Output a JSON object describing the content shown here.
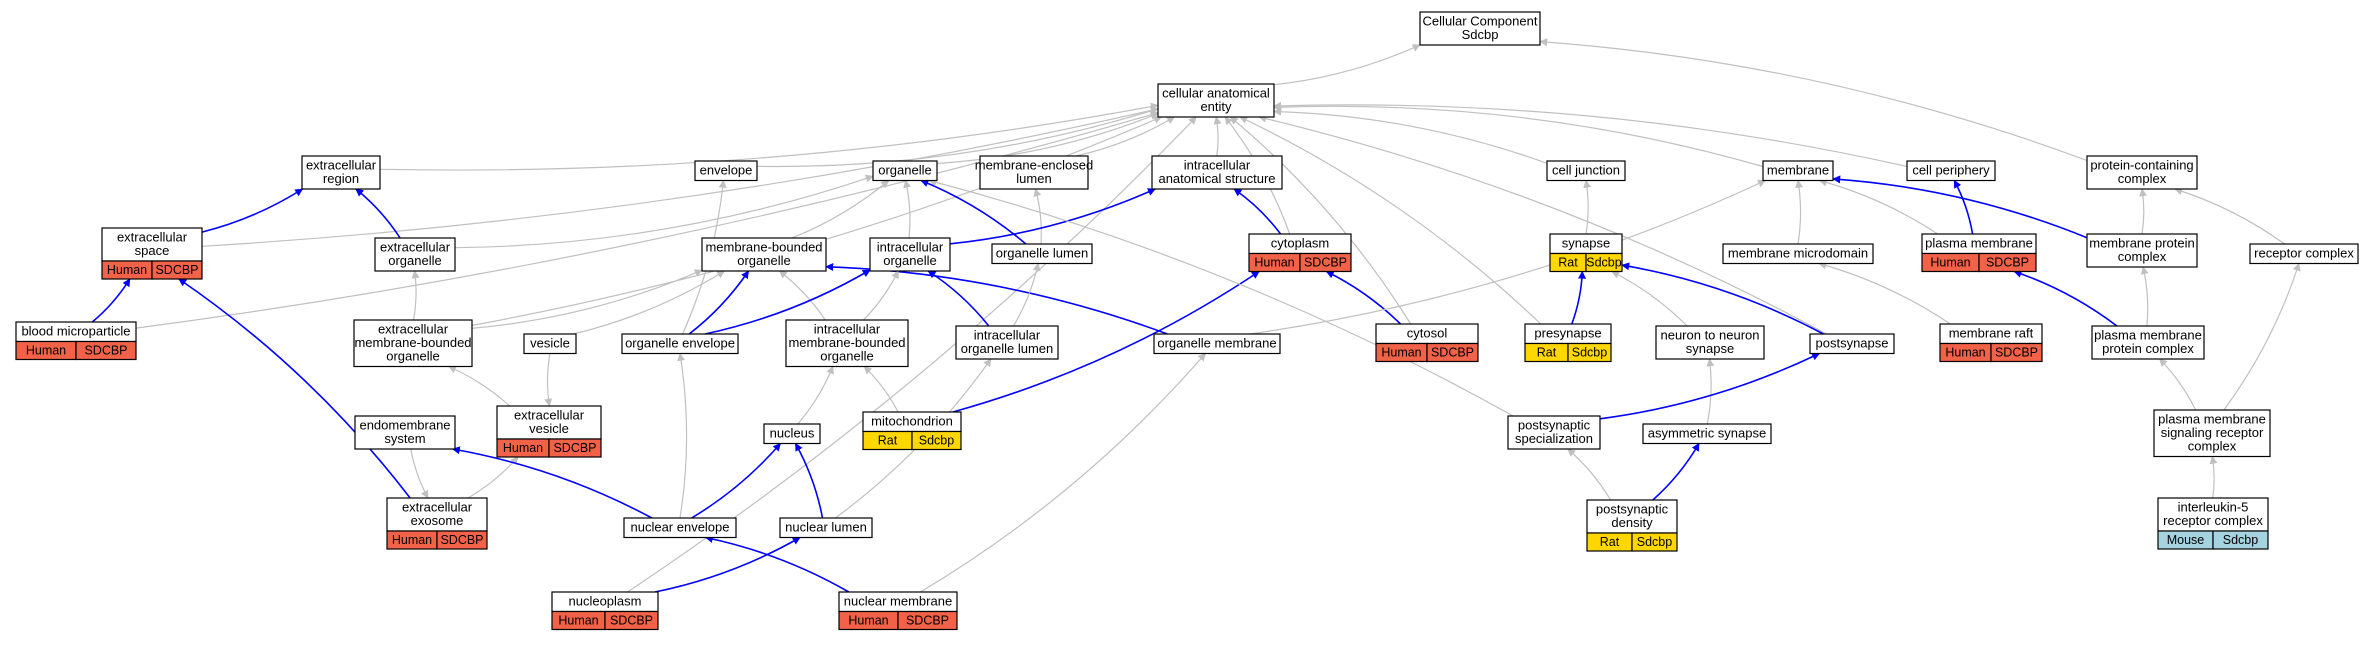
{
  "colors": {
    "human": "#f26249",
    "rat": "#ffd700",
    "mouse": "#a6d3e0",
    "direct_edge": "#0000ff",
    "indirect_edge": "#c0c0c0",
    "node_border": "#000000"
  },
  "nodes": [
    {
      "id": "cc",
      "lines": [
        "Cellular Component",
        "Sdcbp"
      ]
    },
    {
      "id": "cae",
      "lines": [
        "cellular anatomical",
        "entity"
      ]
    },
    {
      "id": "exreg",
      "lines": [
        "extracellular",
        "region"
      ]
    },
    {
      "id": "env",
      "lines": [
        "envelope"
      ]
    },
    {
      "id": "organelle",
      "lines": [
        "organelle"
      ]
    },
    {
      "id": "mel",
      "lines": [
        "membrane-enclosed",
        "lumen"
      ]
    },
    {
      "id": "ias",
      "lines": [
        "intracellular",
        "anatomical structure"
      ]
    },
    {
      "id": "celljunction",
      "lines": [
        "cell junction"
      ]
    },
    {
      "id": "membrane",
      "lines": [
        "membrane"
      ]
    },
    {
      "id": "cellperiphery",
      "lines": [
        "cell periphery"
      ]
    },
    {
      "id": "pcc",
      "lines": [
        "protein-containing",
        "complex"
      ]
    },
    {
      "id": "exspace",
      "lines": [
        "extracellular",
        "space"
      ],
      "tags": [
        {
          "species": "Human",
          "gene": "SDCBP"
        }
      ]
    },
    {
      "id": "exorg",
      "lines": [
        "extracellular",
        "organelle"
      ]
    },
    {
      "id": "mbo",
      "lines": [
        "membrane-bounded",
        "organelle"
      ]
    },
    {
      "id": "intorg",
      "lines": [
        "intracellular",
        "organelle"
      ]
    },
    {
      "id": "orglumen",
      "lines": [
        "organelle lumen"
      ]
    },
    {
      "id": "cytoplasm",
      "lines": [
        "cytoplasm"
      ],
      "tags": [
        {
          "species": "Human",
          "gene": "SDCBP"
        }
      ]
    },
    {
      "id": "synapse",
      "lines": [
        "synapse"
      ],
      "tags": [
        {
          "species": "Rat",
          "gene": "Sdcbp"
        }
      ]
    },
    {
      "id": "memmicro",
      "lines": [
        "membrane microdomain"
      ]
    },
    {
      "id": "plasmamem",
      "lines": [
        "plasma membrane"
      ],
      "tags": [
        {
          "species": "Human",
          "gene": "SDCBP"
        }
      ]
    },
    {
      "id": "mpc",
      "lines": [
        "membrane protein",
        "complex"
      ]
    },
    {
      "id": "receptor",
      "lines": [
        "receptor complex"
      ]
    },
    {
      "id": "bmp",
      "lines": [
        "blood microparticle"
      ],
      "tags": [
        {
          "species": "Human",
          "gene": "SDCBP"
        }
      ]
    },
    {
      "id": "exmbo",
      "lines": [
        "extracellular",
        "membrane-bounded",
        "organelle"
      ]
    },
    {
      "id": "vesicle",
      "lines": [
        "vesicle"
      ]
    },
    {
      "id": "orgenv",
      "lines": [
        "organelle envelope"
      ]
    },
    {
      "id": "intmbo",
      "lines": [
        "intracellular",
        "membrane-bounded",
        "organelle"
      ]
    },
    {
      "id": "intorglumen",
      "lines": [
        "intracellular",
        "organelle lumen"
      ]
    },
    {
      "id": "orgmem",
      "lines": [
        "organelle membrane"
      ]
    },
    {
      "id": "cytosol",
      "lines": [
        "cytosol"
      ],
      "tags": [
        {
          "species": "Human",
          "gene": "SDCBP"
        }
      ]
    },
    {
      "id": "presynapse",
      "lines": [
        "presynapse"
      ],
      "tags": [
        {
          "species": "Rat",
          "gene": "Sdcbp"
        }
      ]
    },
    {
      "id": "n2n",
      "lines": [
        "neuron to neuron",
        "synapse"
      ]
    },
    {
      "id": "postsynapse",
      "lines": [
        "postsynapse"
      ]
    },
    {
      "id": "memraft",
      "lines": [
        "membrane raft"
      ],
      "tags": [
        {
          "species": "Human",
          "gene": "SDCBP"
        }
      ]
    },
    {
      "id": "pmpc",
      "lines": [
        "plasma membrane",
        "protein complex"
      ]
    },
    {
      "id": "endo",
      "lines": [
        "endomembrane",
        "system"
      ]
    },
    {
      "id": "exves",
      "lines": [
        "extracellular",
        "vesicle"
      ],
      "tags": [
        {
          "species": "Human",
          "gene": "SDCBP"
        }
      ]
    },
    {
      "id": "mito",
      "lines": [
        "mitochondrion"
      ],
      "tags": [
        {
          "species": "Rat",
          "gene": "Sdcbp"
        }
      ]
    },
    {
      "id": "nucleus",
      "lines": [
        "nucleus"
      ]
    },
    {
      "id": "psspec",
      "lines": [
        "postsynaptic",
        "specialization"
      ]
    },
    {
      "id": "asym",
      "lines": [
        "asymmetric synapse"
      ]
    },
    {
      "id": "pmsrc",
      "lines": [
        "plasma membrane",
        "signaling receptor",
        "complex"
      ]
    },
    {
      "id": "exosome",
      "lines": [
        "extracellular",
        "exosome"
      ],
      "tags": [
        {
          "species": "Human",
          "gene": "SDCBP"
        }
      ]
    },
    {
      "id": "nucenv",
      "lines": [
        "nuclear envelope"
      ]
    },
    {
      "id": "nuclumen",
      "lines": [
        "nuclear lumen"
      ]
    },
    {
      "id": "psd",
      "lines": [
        "postsynaptic",
        "density"
      ],
      "tags": [
        {
          "species": "Rat",
          "gene": "Sdcbp"
        }
      ]
    },
    {
      "id": "il5",
      "lines": [
        "interleukin-5",
        "receptor complex"
      ],
      "tags": [
        {
          "species": "Mouse",
          "gene": "Sdcbp"
        }
      ]
    },
    {
      "id": "nucleoplasm",
      "lines": [
        "nucleoplasm"
      ],
      "tags": [
        {
          "species": "Human",
          "gene": "SDCBP"
        }
      ]
    },
    {
      "id": "nucmem",
      "lines": [
        "nuclear membrane"
      ],
      "tags": [
        {
          "species": "Human",
          "gene": "SDCBP"
        }
      ]
    }
  ],
  "edges": [
    {
      "from": "cae",
      "to": "cc",
      "kind": "indirect"
    },
    {
      "from": "pcc",
      "to": "cc",
      "kind": "indirect"
    },
    {
      "from": "exreg",
      "to": "cae",
      "kind": "indirect"
    },
    {
      "from": "env",
      "to": "cae",
      "kind": "indirect"
    },
    {
      "from": "organelle",
      "to": "cae",
      "kind": "indirect"
    },
    {
      "from": "mel",
      "to": "cae",
      "kind": "indirect"
    },
    {
      "from": "ias",
      "to": "cae",
      "kind": "indirect"
    },
    {
      "from": "celljunction",
      "to": "cae",
      "kind": "indirect"
    },
    {
      "from": "membrane",
      "to": "cae",
      "kind": "indirect"
    },
    {
      "from": "cellperiphery",
      "to": "cae",
      "kind": "indirect"
    },
    {
      "from": "exspace",
      "to": "cae",
      "kind": "indirect"
    },
    {
      "from": "bmp",
      "to": "cae",
      "kind": "indirect"
    },
    {
      "from": "exmbo",
      "to": "cae",
      "kind": "indirect"
    },
    {
      "from": "nucleoplasm",
      "to": "cae",
      "kind": "indirect"
    },
    {
      "from": "cytoplasm",
      "to": "cae",
      "kind": "indirect"
    },
    {
      "from": "cytosol",
      "to": "cae",
      "kind": "indirect"
    },
    {
      "from": "presynapse",
      "to": "cae",
      "kind": "indirect"
    },
    {
      "from": "postsynapse",
      "to": "cae",
      "kind": "indirect"
    },
    {
      "from": "exspace",
      "to": "exreg",
      "kind": "direct"
    },
    {
      "from": "exorg",
      "to": "exreg",
      "kind": "direct"
    },
    {
      "from": "bmp",
      "to": "exspace",
      "kind": "direct"
    },
    {
      "from": "exosome",
      "to": "exspace",
      "kind": "direct"
    },
    {
      "from": "exmbo",
      "to": "exorg",
      "kind": "indirect"
    },
    {
      "from": "exves",
      "to": "exmbo",
      "kind": "indirect"
    },
    {
      "from": "vesicle",
      "to": "exves",
      "kind": "indirect"
    },
    {
      "from": "exosome",
      "to": "exves",
      "kind": "indirect"
    },
    {
      "from": "endo",
      "to": "exosome",
      "kind": "indirect"
    },
    {
      "from": "nucenv",
      "to": "endo",
      "kind": "direct"
    },
    {
      "from": "exorg",
      "to": "organelle",
      "kind": "indirect"
    },
    {
      "from": "mbo",
      "to": "organelle",
      "kind": "indirect"
    },
    {
      "from": "intorg",
      "to": "organelle",
      "kind": "indirect"
    },
    {
      "from": "orglumen",
      "to": "organelle",
      "kind": "direct"
    },
    {
      "from": "orglumen",
      "to": "mel",
      "kind": "indirect"
    },
    {
      "from": "intorg",
      "to": "ias",
      "kind": "direct"
    },
    {
      "from": "cytoplasm",
      "to": "ias",
      "kind": "direct"
    },
    {
      "from": "exmbo",
      "to": "mbo",
      "kind": "indirect"
    },
    {
      "from": "vesicle",
      "to": "mbo",
      "kind": "indirect"
    },
    {
      "from": "orgenv",
      "to": "mbo",
      "kind": "direct"
    },
    {
      "from": "intmbo",
      "to": "mbo",
      "kind": "indirect"
    },
    {
      "from": "orgmem",
      "to": "mbo",
      "kind": "direct"
    },
    {
      "from": "orgenv",
      "to": "intorg",
      "kind": "direct"
    },
    {
      "from": "intmbo",
      "to": "intorg",
      "kind": "indirect"
    },
    {
      "from": "intorglumen",
      "to": "intorg",
      "kind": "direct"
    },
    {
      "from": "intorglumen",
      "to": "orglumen",
      "kind": "indirect"
    },
    {
      "from": "orgenv",
      "to": "env",
      "kind": "indirect"
    },
    {
      "from": "nucenv",
      "to": "orgenv",
      "kind": "indirect"
    },
    {
      "from": "mito",
      "to": "intmbo",
      "kind": "indirect"
    },
    {
      "from": "nucleus",
      "to": "intmbo",
      "kind": "indirect"
    },
    {
      "from": "nucenv",
      "to": "nucleus",
      "kind": "direct"
    },
    {
      "from": "nuclumen",
      "to": "nucleus",
      "kind": "direct"
    },
    {
      "from": "nuclumen",
      "to": "intorglumen",
      "kind": "indirect"
    },
    {
      "from": "nucleoplasm",
      "to": "nuclumen",
      "kind": "direct"
    },
    {
      "from": "nucmem",
      "to": "nucenv",
      "kind": "direct"
    },
    {
      "from": "nucmem",
      "to": "orgmem",
      "kind": "indirect"
    },
    {
      "from": "mito",
      "to": "cytoplasm",
      "kind": "direct"
    },
    {
      "from": "cytosol",
      "to": "cytoplasm",
      "kind": "direct"
    },
    {
      "from": "orgmem",
      "to": "membrane",
      "kind": "indirect"
    },
    {
      "from": "memmicro",
      "to": "membrane",
      "kind": "indirect"
    },
    {
      "from": "plasmamem",
      "to": "membrane",
      "kind": "indirect"
    },
    {
      "from": "mpc",
      "to": "membrane",
      "kind": "direct"
    },
    {
      "from": "memraft",
      "to": "memmicro",
      "kind": "indirect"
    },
    {
      "from": "plasmamem",
      "to": "cellperiphery",
      "kind": "direct"
    },
    {
      "from": "pmpc",
      "to": "plasmamem",
      "kind": "direct"
    },
    {
      "from": "mpc",
      "to": "pcc",
      "kind": "indirect"
    },
    {
      "from": "receptor",
      "to": "pcc",
      "kind": "indirect"
    },
    {
      "from": "pmpc",
      "to": "mpc",
      "kind": "indirect"
    },
    {
      "from": "pmsrc",
      "to": "pmpc",
      "kind": "indirect"
    },
    {
      "from": "pmsrc",
      "to": "receptor",
      "kind": "indirect"
    },
    {
      "from": "il5",
      "to": "pmsrc",
      "kind": "indirect"
    },
    {
      "from": "synapse",
      "to": "celljunction",
      "kind": "indirect"
    },
    {
      "from": "presynapse",
      "to": "synapse",
      "kind": "direct"
    },
    {
      "from": "n2n",
      "to": "synapse",
      "kind": "indirect"
    },
    {
      "from": "postsynapse",
      "to": "synapse",
      "kind": "direct"
    },
    {
      "from": "asym",
      "to": "n2n",
      "kind": "indirect"
    },
    {
      "from": "psd",
      "to": "asym",
      "kind": "direct"
    },
    {
      "from": "psspec",
      "to": "postsynapse",
      "kind": "direct"
    },
    {
      "from": "psd",
      "to": "psspec",
      "kind": "indirect"
    },
    {
      "from": "psspec",
      "to": "organelle",
      "kind": "indirect"
    }
  ]
}
